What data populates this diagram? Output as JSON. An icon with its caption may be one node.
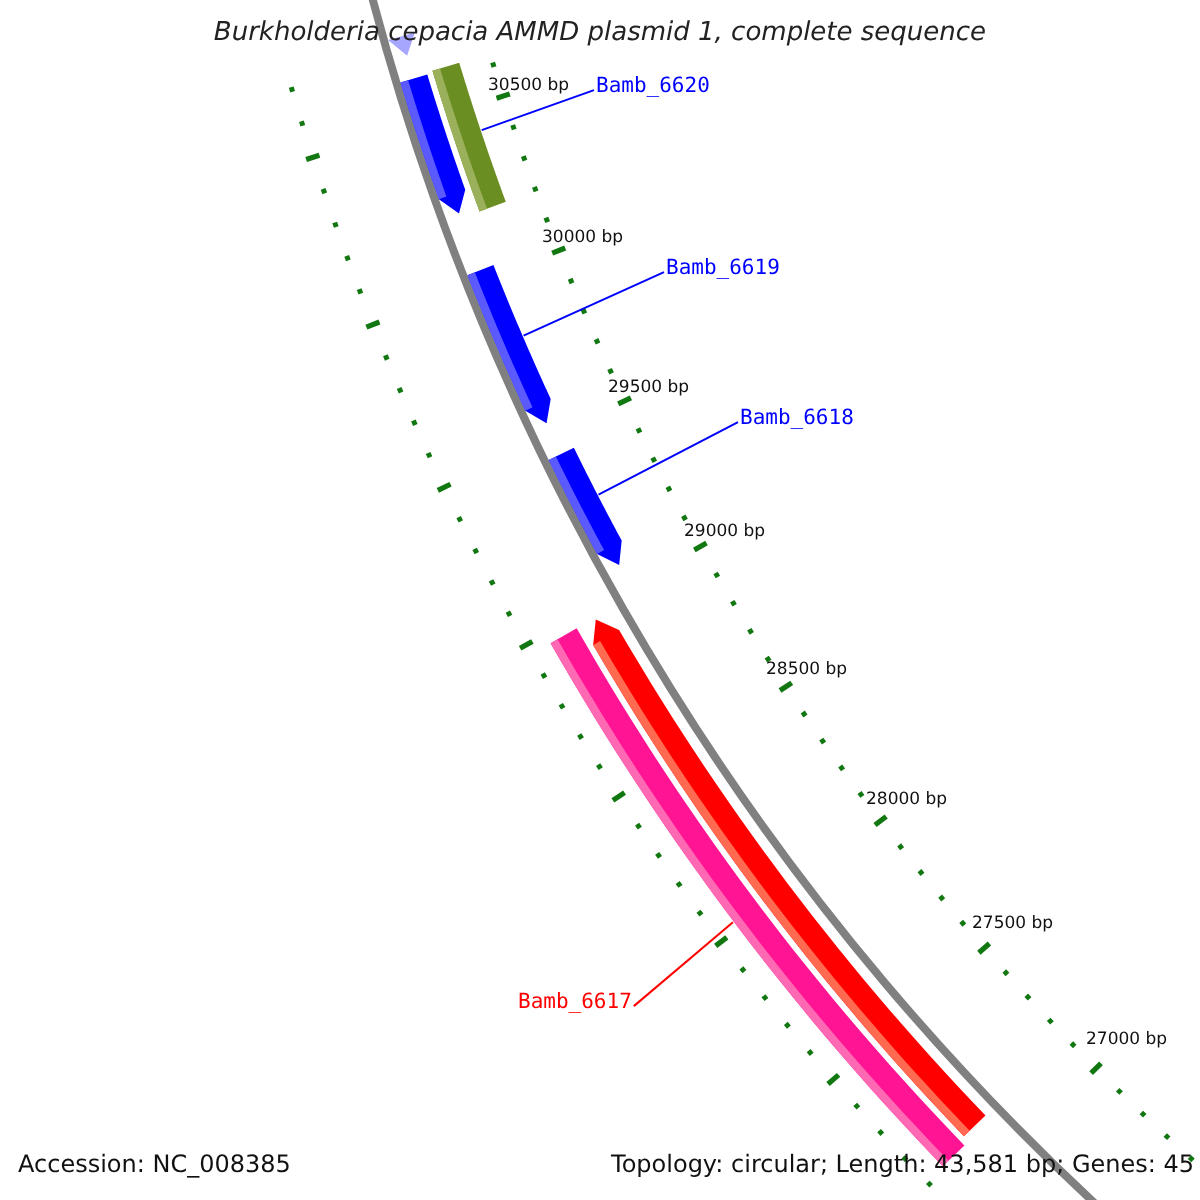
{
  "diagram": {
    "title": "Burkholderia cepacia AMMD plasmid 1, complete sequence",
    "nodes": [
      {
        "text": [
          "Bamb_6620"
        ]
      },
      {
        "text": [],
        "shape": "bar"
      },
      {
        "text": [
          "Bamb_6619"
        ]
      },
      {
        "text": [],
        "shape": "bar"
      },
      {
        "text": [
          "Bamb_6618"
        ]
      },
      {
        "text": [],
        "shape": "bar"
      },
      {
        "text": [],
        "shape": "bar"
      },
      {
        "text": [
          "Bamb_6617"
        ]
      }
    ],
    "edges": [
      {
        "from": 0,
        "to": 1,
        "arrow": "none"
      },
      {
        "from": 2,
        "to": 3,
        "arrow": "none"
      },
      {
        "from": 4,
        "to": 5,
        "arrow": "none"
      },
      {
        "from": 7,
        "to": 6,
        "arrow": "none",
        "color": "#ff0000"
      }
    ],
    "labels": [
      "30500 bp",
      "30000 bp",
      "29500 bp",
      "29000 bp",
      "28500 bp",
      "28000 bp",
      "27500 bp",
      "27000 bp",
      "Accession: NC_008385",
      "Topology: circular; Length: 43,581 bp; Genes: 45"
    ]
  }
}
